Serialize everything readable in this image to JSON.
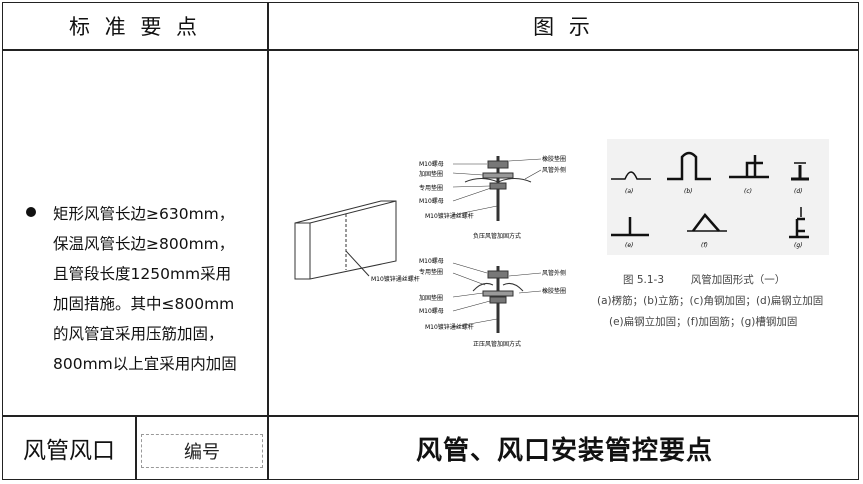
{
  "header": {
    "left_title": "标 准 要 点",
    "right_title": "图   示"
  },
  "standard": {
    "lines": [
      "矩形风管长边≥630mm，",
      "保温风管长边≥800mm，",
      "且管段长度1250mm采用",
      "加固措施。其中≤800mm",
      "的风管宜采用压筋加固，",
      "800mm以上宜采用内加固"
    ]
  },
  "figure": {
    "duct_rod_label": "M10镀锌通丝螺杆",
    "negative": {
      "title": "负压风管加固方式",
      "labels_left": [
        "M10螺母",
        "加固垫圈",
        "专用垫圈",
        "M10螺母",
        "M10镀锌通丝螺杆"
      ],
      "labels_right": [
        "橡胶垫圈",
        "风管外侧"
      ]
    },
    "positive": {
      "title": "正压风管加固方式",
      "labels_left": [
        "M10螺母",
        "专用垫圈",
        "加固垫圈",
        "M10螺母",
        "M10镀锌通丝螺杆"
      ],
      "labels_right": [
        "风管外侧",
        "橡胶垫圈"
      ]
    },
    "caption": {
      "line1": "图 5.1-3        风管加固形式（一）",
      "line2": "(a)楞筋；(b)立筋；(c)角钢加固；(d)扁钢立加固",
      "line3": "(e)扁钢立加固；(f)加固筋；(g)槽钢加固"
    },
    "sub_labels": [
      "(a)",
      "(b)",
      "(c)",
      "(d)",
      "(e)",
      "(f)",
      "(g)"
    ]
  },
  "footer": {
    "category": "风管风口",
    "code_label": "编号",
    "title": "风管、风口安装管控要点"
  }
}
